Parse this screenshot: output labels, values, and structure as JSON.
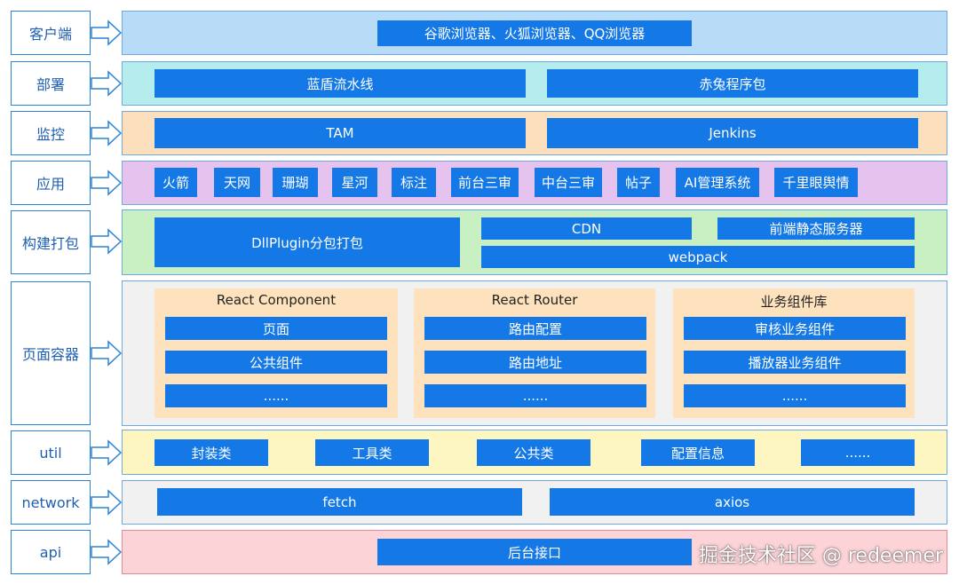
{
  "colors": {
    "block": "#1479e6",
    "label_border": "#2a84d8",
    "label_text": "#1f5fb0",
    "client_bg": "#b8dbf8",
    "deploy_bg": "#b5ecee",
    "monitor_bg": "#fcdfbd",
    "apps_bg": "#e6c2ee",
    "build_bg": "#c8f0c3",
    "page_bg": "#f1f1f1",
    "group_bg": "#fde2bd",
    "util_bg": "#fdf6c1",
    "network_bg": "#f1f1f1",
    "api_bg": "#fcd3d6"
  },
  "layers": {
    "client": {
      "label": "客户端",
      "items": [
        "谷歌浏览器、火狐浏览器、QQ浏览器"
      ]
    },
    "deploy": {
      "label": "部署",
      "items": [
        "蓝盾流水线",
        "赤兔程序包"
      ]
    },
    "monitor": {
      "label": "监控",
      "items": [
        "TAM",
        "Jenkins"
      ]
    },
    "apps": {
      "label": "应用",
      "items": [
        "火箭",
        "天网",
        "珊瑚",
        "星河",
        "标注",
        "前台三审",
        "中台三审",
        "帖子",
        "AI管理系统",
        "千里眼舆情"
      ]
    },
    "build": {
      "label": "构建打包",
      "items": [
        "DllPlugin分包打包",
        "CDN",
        "前端静态服务器",
        "webpack"
      ]
    },
    "page": {
      "label": "页面容器",
      "groups": [
        {
          "title": "React Component",
          "items": [
            "页面",
            "公共组件",
            "......"
          ]
        },
        {
          "title": "React Router",
          "items": [
            "路由配置",
            "路由地址",
            "......"
          ]
        },
        {
          "title": "业务组件库",
          "items": [
            "审核业务组件",
            "播放器业务组件",
            "......"
          ]
        }
      ]
    },
    "util": {
      "label": "util",
      "items": [
        "封装类",
        "工具类",
        "公共类",
        "配置信息",
        "......"
      ]
    },
    "network": {
      "label": "network",
      "items": [
        "fetch",
        "axios"
      ]
    },
    "api": {
      "label": "api",
      "items": [
        "后台接口"
      ]
    }
  },
  "watermark": "掘金技术社区 @ redeemer"
}
